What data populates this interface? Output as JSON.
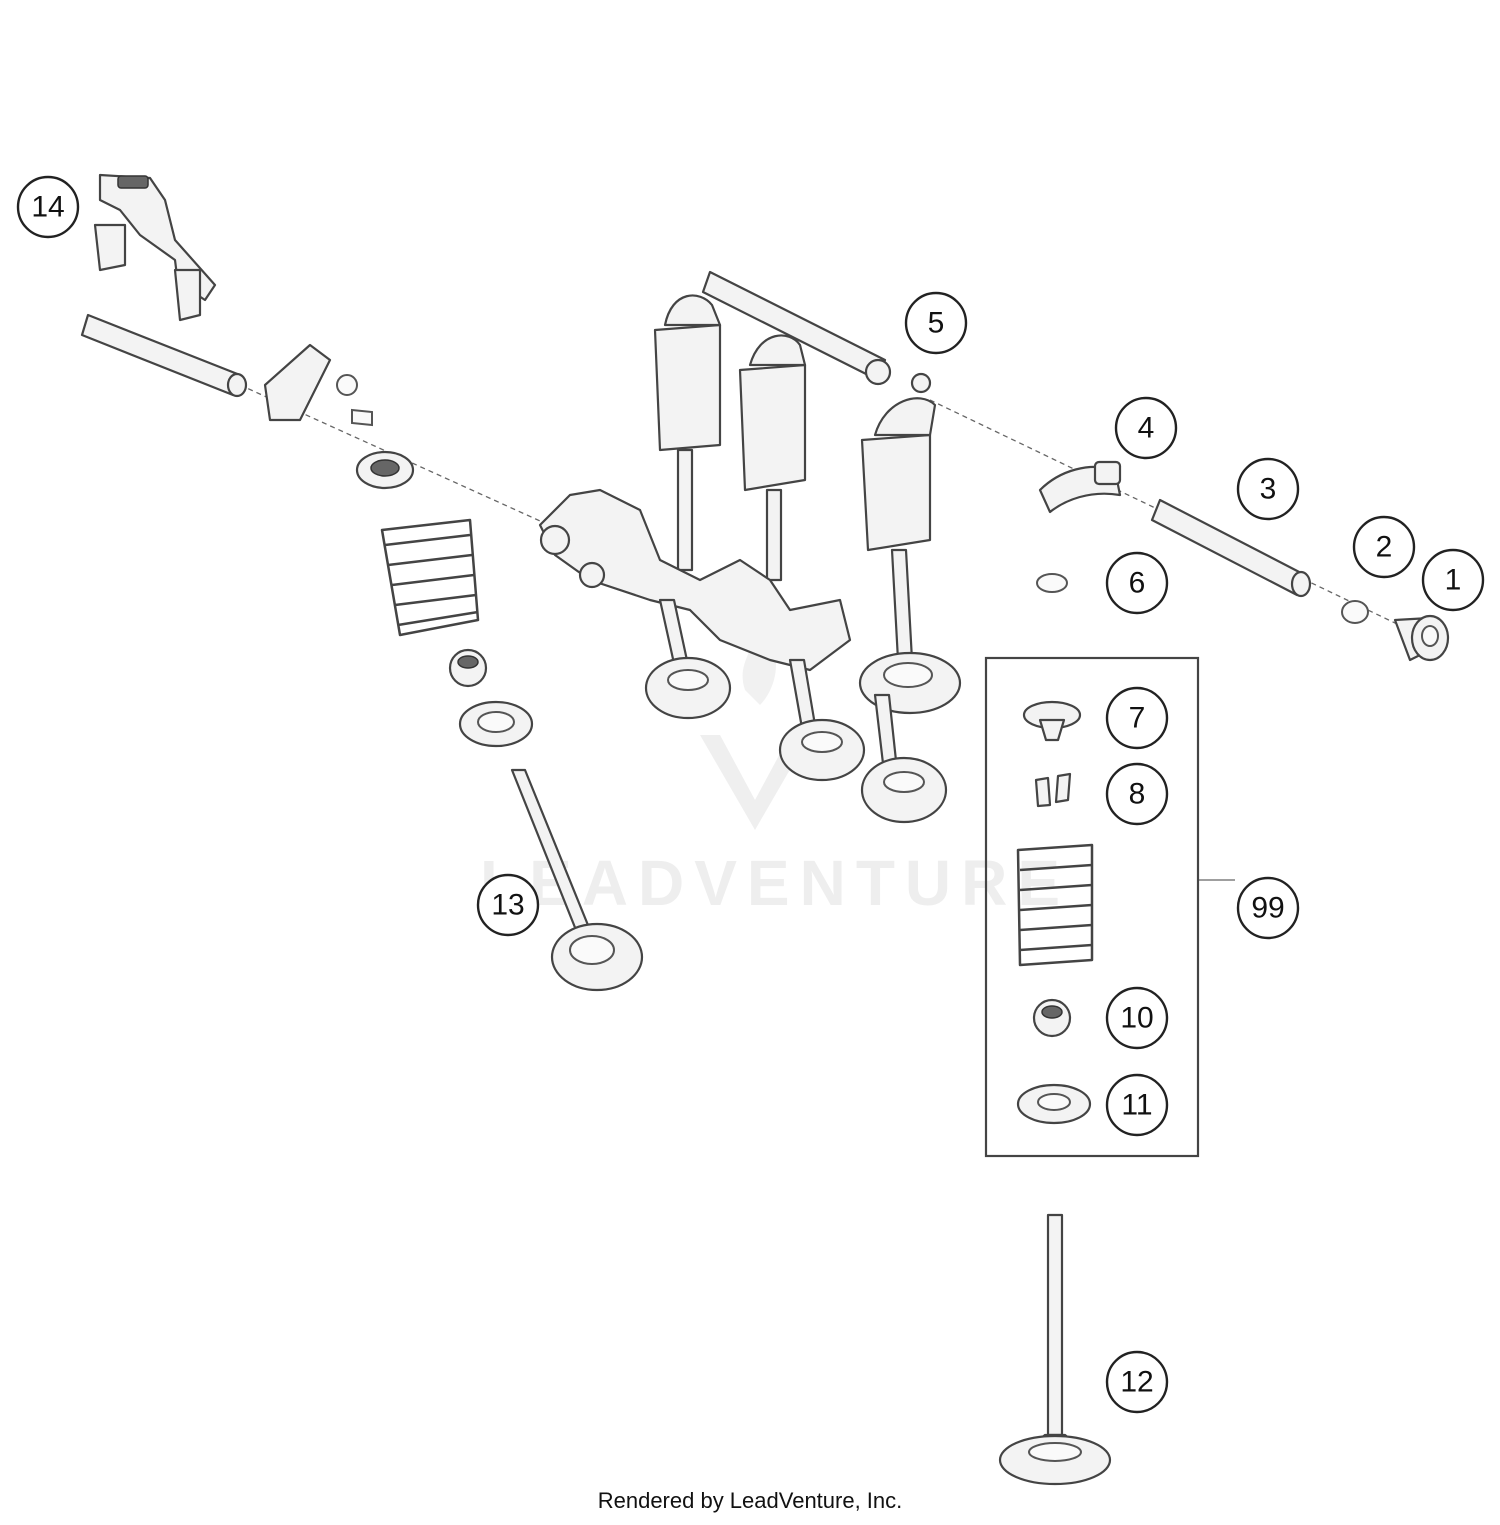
{
  "diagram": {
    "callouts": [
      "14",
      "5",
      "4",
      "3",
      "2",
      "1",
      "6",
      "7",
      "8",
      "99",
      "10",
      "11",
      "13",
      "12"
    ],
    "watermark": "LEADVENTURE"
  },
  "footer": {
    "credit": "Rendered by LeadVenture, Inc."
  }
}
